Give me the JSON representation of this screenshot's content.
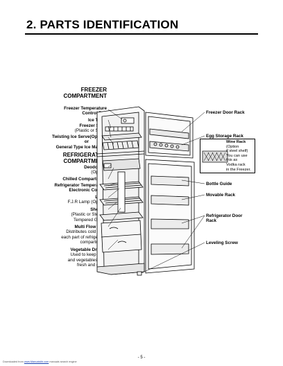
{
  "header": {
    "title": "2. PARTS IDENTIFICATION"
  },
  "left_labels": {
    "freezer_heading_1": "FREEZER",
    "freezer_heading_2": "COMPARTMENT",
    "freezer_temp_1": "Freezer Temperature",
    "freezer_temp_2": "Control Dial",
    "ice_trays": "Ice Trays",
    "freezer_shelf": "Freezer Shelf",
    "freezer_shelf_note": "(Plastic or Steel)",
    "twisting_ice": "Twisting Ice Serve(Option)",
    "or": "or",
    "general_ice": "General Type Ice Making",
    "refrig_heading_1": "REFRIGERATOR",
    "refrig_heading_2": "COMPARTMENT",
    "deodorizer": "Deodorizer",
    "deodorizer_note": "(Option)",
    "chilled": "Chilled Compartment",
    "refrig_temp_1": "Refrigerator Temperature",
    "refrig_temp_2": "Electronic Control",
    "lamp": "Lamp",
    "fjr_lamp": "F.J.R Lamp (Option)",
    "shelves": "Shelves",
    "shelves_note_1": "(Plastic or Steel or",
    "shelves_note_2": "Tempered Glass)",
    "multi_flow": "Multi Flow Duct",
    "multi_flow_1": "Distributes cold air to",
    "multi_flow_2": "each part of refrigerator",
    "multi_flow_3": "compartment.",
    "vegetable": "Vegetable Drawer",
    "vegetable_1": "Used to keep fruits",
    "vegetable_2": "and vegetables, etc.",
    "vegetable_3": "fresh and crisp."
  },
  "right_labels": {
    "freezer_door_rack": "Freezer Door Rack",
    "egg_storage": "Egg Storage Rack",
    "wine_rack": "Wine Rack",
    "wine_1": "(Option",
    "wine_2": "if steel shelf)",
    "wine_3": "You can use",
    "wine_4": "this as",
    "wine_5": "Vodka rack",
    "wine_6": "in the Freezer.",
    "bottle_guide": "Bottle Guide",
    "movable_rack": "Movable Rack",
    "refrig_door_rack_1": "Refrigerator Door",
    "refrig_door_rack_2": "Rack",
    "leveling_screw": "Leveling Screw"
  },
  "footer": {
    "page_number": "- 5 -",
    "note_prefix": "Downloaded from",
    "note_link": "www.Manualslib.com",
    "note_suffix": "manuals search engine"
  }
}
